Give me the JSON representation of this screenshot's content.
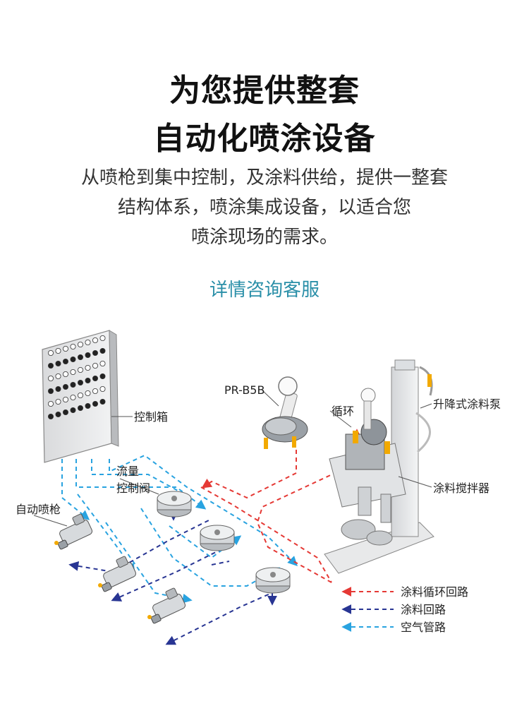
{
  "header": {
    "title_line1": "为您提供整套",
    "title_line2": "自动化喷涂设备",
    "subtitle_line1": "从喷枪到集中控制，及涂料供给，提供一整套",
    "subtitle_line2": "结构体系，喷涂集成设备，以适合您",
    "subtitle_line3": "喷涂现场的需求。",
    "cta": "详情咨询客服"
  },
  "diagram": {
    "labels": {
      "control_box": "控制箱",
      "flow_valve_1": "流量",
      "flow_valve_2": "控制阀",
      "auto_gun": "自动喷枪",
      "pump_model": "PR-B5B",
      "circulation": "循环",
      "lift_pump": "升降式涂料泵",
      "mixer": "涂料搅拌器"
    },
    "legend": [
      {
        "label": "涂料循环回路",
        "color": "#e53935"
      },
      {
        "label": "涂料回路",
        "color": "#283593"
      },
      {
        "label": "空气管路",
        "color": "#29a3e0"
      }
    ]
  }
}
